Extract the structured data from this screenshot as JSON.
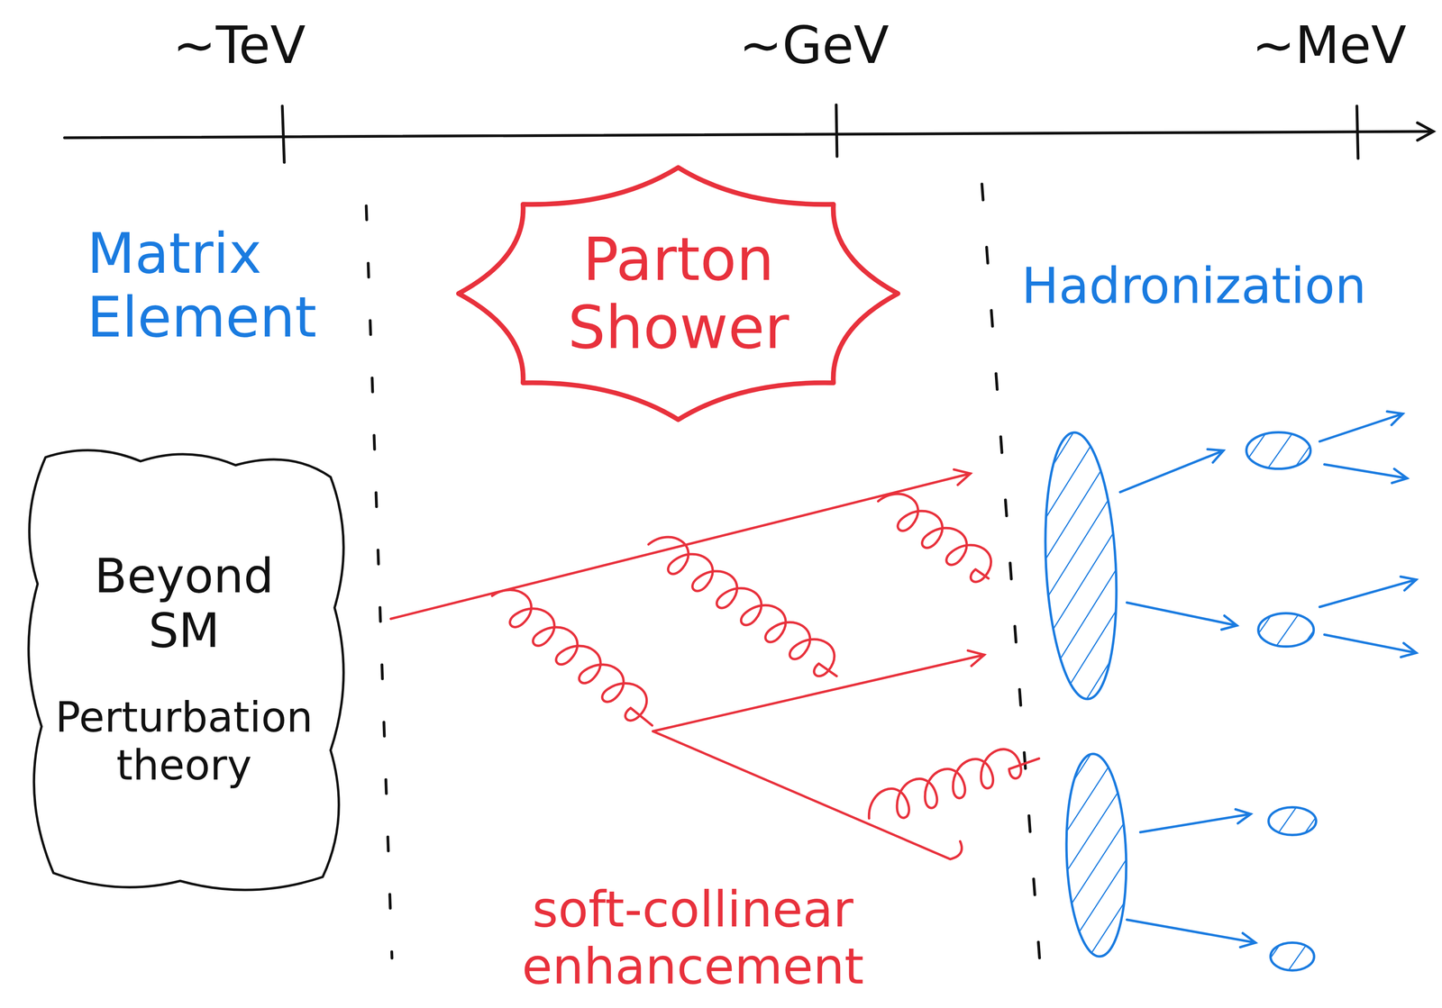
{
  "diagram": {
    "nodes": [
      {
        "text": [
          "Parton Shower"
        ]
      },
      {
        "text": [
          "Beyond SM",
          "Perturbation theory"
        ]
      }
    ],
    "labels": [
      "~TeV",
      "~GeV",
      "~MeV",
      "Matrix Element",
      "Hadronization",
      "soft-collinear enhancement"
    ]
  }
}
